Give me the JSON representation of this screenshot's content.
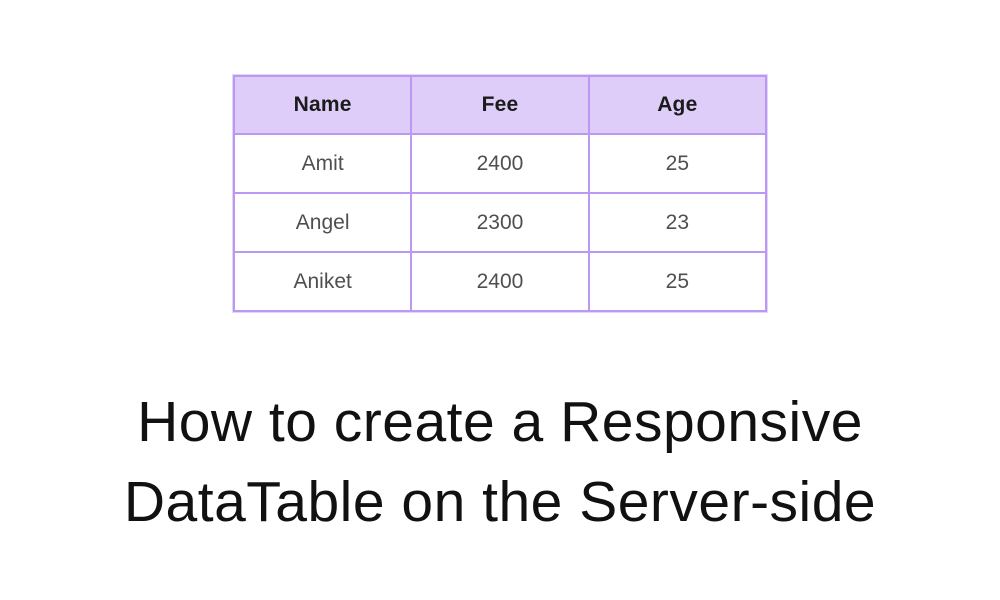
{
  "table": {
    "columns": [
      "Name",
      "Fee",
      "Age"
    ],
    "rows": [
      [
        "Amit",
        "2400",
        "25"
      ],
      [
        "Angel",
        "2300",
        "23"
      ],
      [
        "Aniket",
        "2400",
        "25"
      ]
    ]
  },
  "title": {
    "line1": "How to create a Responsive",
    "line2": "DataTable on the Server-side"
  },
  "colors": {
    "table_border": "#bb98f2",
    "header_bg": "#ddcdf8",
    "header_text": "#1b1b1b",
    "cell_text": "#4f4f4f",
    "title_text": "#111111",
    "background": "#ffffff"
  }
}
